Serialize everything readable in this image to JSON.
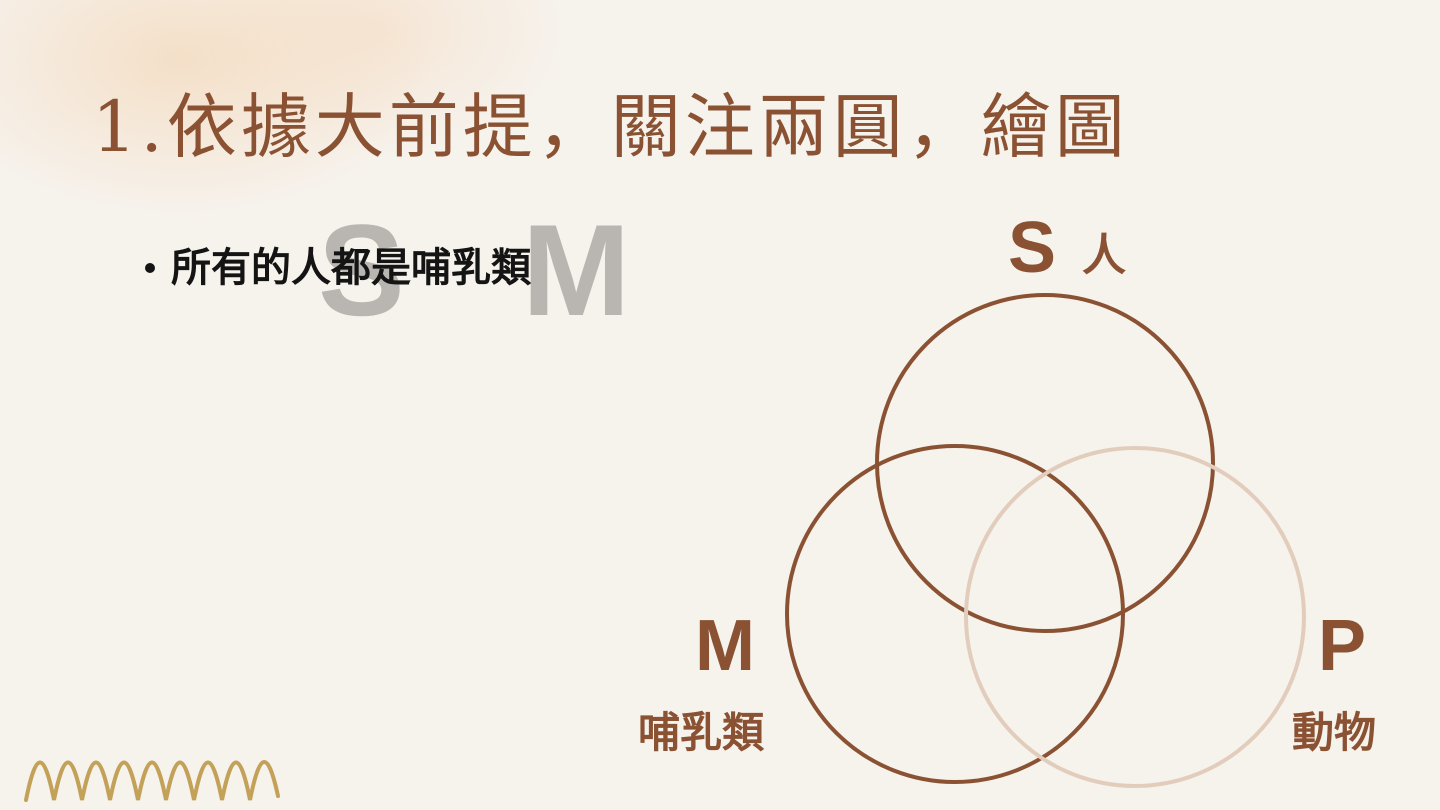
{
  "title": "1.依據大前提，關注兩圓，繪圖",
  "ghost_letters": {
    "s": "S",
    "m": "M"
  },
  "bullet": {
    "text": "所有的人都是哺乳類"
  },
  "diagram": {
    "circles": [
      {
        "id": "S",
        "letter": "S",
        "term": "人",
        "color": "#8a5233"
      },
      {
        "id": "M",
        "letter": "M",
        "term": "哺乳類",
        "color": "#8a5233"
      },
      {
        "id": "P",
        "letter": "P",
        "term": "動物",
        "color": "#e2cdbd"
      }
    ]
  },
  "colors": {
    "accent": "#8a5233",
    "faded_circle": "#e2cdbd",
    "ghost": "#b9b6b2",
    "squiggle": "#c4a159"
  }
}
